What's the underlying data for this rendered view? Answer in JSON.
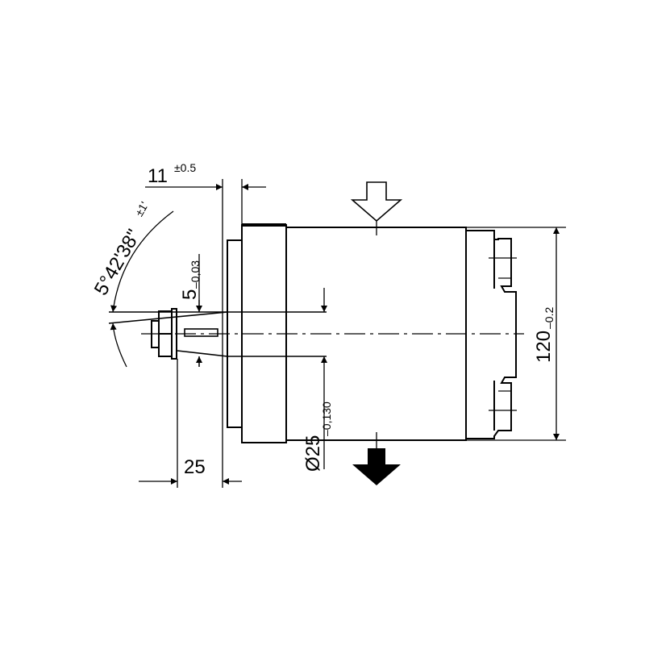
{
  "dimensions": {
    "flange_offset": {
      "value": "11",
      "tolerance": "±0.5"
    },
    "taper_angle": {
      "value": "5°42'38\"",
      "tolerance": "±1'"
    },
    "key_width": {
      "value": "5",
      "tolerance": "–0,03"
    },
    "shaft_length": {
      "value": "25"
    },
    "shaft_diameter": {
      "value": "Ø25",
      "tolerance": "–0,130"
    },
    "height": {
      "value": "120",
      "tolerance": "–0.2"
    }
  },
  "colors": {
    "line": "#000000",
    "background": "#ffffff"
  }
}
